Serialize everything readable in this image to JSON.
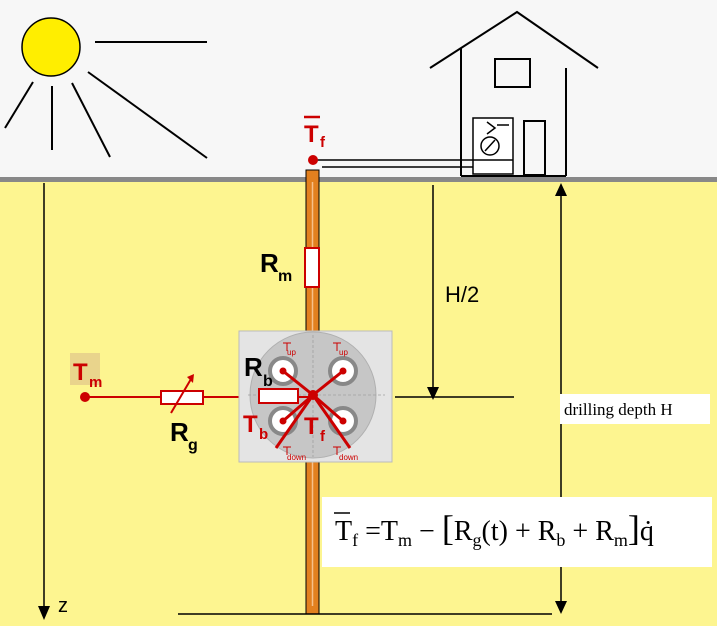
{
  "colors": {
    "sky": "#f7f7f7",
    "ground": "#fdf590",
    "ground_line": "#888888",
    "pipe": "#e2801f",
    "resistance_red": "#cc0000",
    "sun": "#ffee00"
  },
  "icons": [
    "sun-icon",
    "house-icon",
    "heat-pump-icon"
  ],
  "labels": {
    "tf_main": "T",
    "tf_main_sub": "f",
    "rm": "R",
    "rm_sub": "m",
    "h_half": "H/2",
    "tm": "T",
    "tm_sub": "m",
    "rb": "R",
    "rb_sub": "b",
    "rg": "R",
    "rg_sub": "g",
    "tb": "T",
    "tb_sub": "b",
    "tf_mid": "T",
    "tf_mid_sub": "f",
    "drilling_depth": "drilling depth H",
    "z_axis": "z"
  },
  "cross_section": {
    "up_left": "up",
    "up_right": "up",
    "down_left": "down",
    "down_right": "down"
  },
  "formula": {
    "lhs": "T",
    "lhs_sub": "f",
    "eq": " =T",
    "tm_sub": "m",
    "minus": " − ",
    "bracket_open": "[",
    "rg": "R",
    "rg_sub": "g",
    "rg_arg": "(t) + R",
    "rb_sub": "b",
    "plus": " + R",
    "rm_sub": "m",
    "bracket_close": "]",
    "qdot": "q̇"
  }
}
